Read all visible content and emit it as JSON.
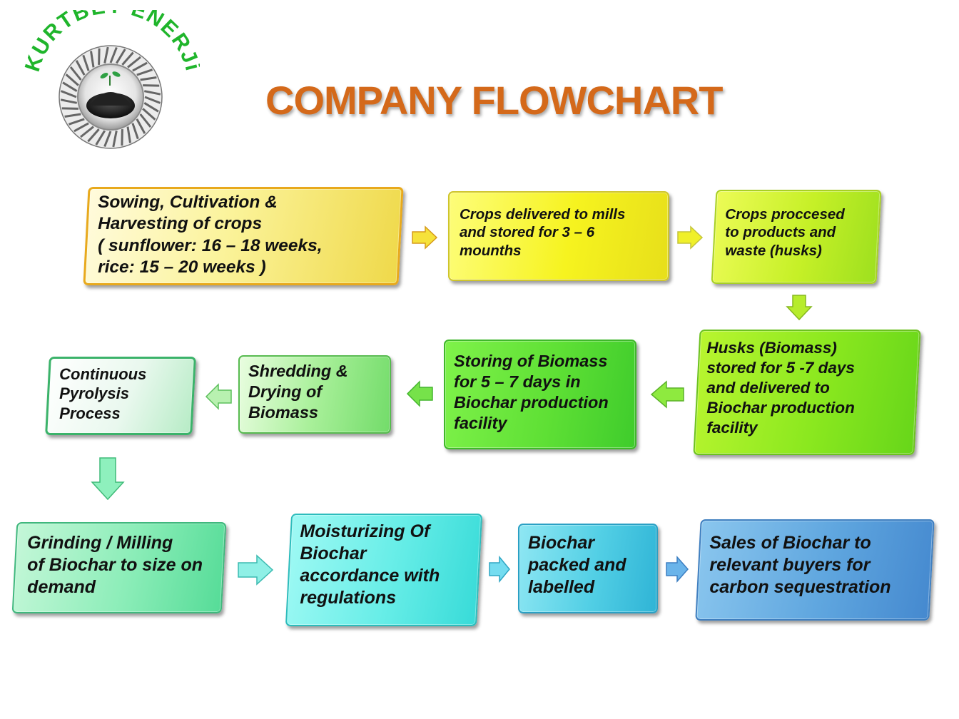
{
  "logo": {
    "brand_text": "KURTBEY ENERJi",
    "icon": "biochar-turbine-logo-icon",
    "color": "#1fb52b"
  },
  "title": "COMPANY FLOWCHART",
  "colors": {
    "title": "#d4691a",
    "yellow_stage": "#f2f23a",
    "green_stage": "#66dd3a",
    "cyan_stage": "#55e5e0",
    "blue_stage": "#5b9fd8"
  },
  "steps": [
    {
      "id": "sowing",
      "text": "Sowing, Cultivation &\nHarvesting of crops\n( sunflower: 16 – 18 weeks,\nrice: 15 – 20 weeks  )"
    },
    {
      "id": "delivered",
      "text": "Crops delivered to mills\nand stored for 3 – 6\nmounths"
    },
    {
      "id": "processed",
      "text": "Crops proccesed\nto products and\nwaste (husks)"
    },
    {
      "id": "husks",
      "text": "Husks (Biomass)\nstored for 5 -7 days\nand delivered to\nBiochar production\nfacility"
    },
    {
      "id": "storing",
      "text": "Storing of Biomass\nfor 5 – 7 days in\nBiochar production\nfacility"
    },
    {
      "id": "shredding",
      "text": "Shredding &\nDrying of\nBiomass"
    },
    {
      "id": "pyrolysis",
      "text": "Continuous\nPyrolysis\nProcess"
    },
    {
      "id": "grinding",
      "text": "Grinding / Milling\nof Biochar to size on\ndemand"
    },
    {
      "id": "moisturizing",
      "text": "Moisturizing Of\nBiochar\naccordance with\nregulations"
    },
    {
      "id": "packed",
      "text": "Biochar\npacked and\nlabelled"
    },
    {
      "id": "sales",
      "text": "Sales of Biochar to\nrelevant buyers for\ncarbon sequestration"
    }
  ]
}
